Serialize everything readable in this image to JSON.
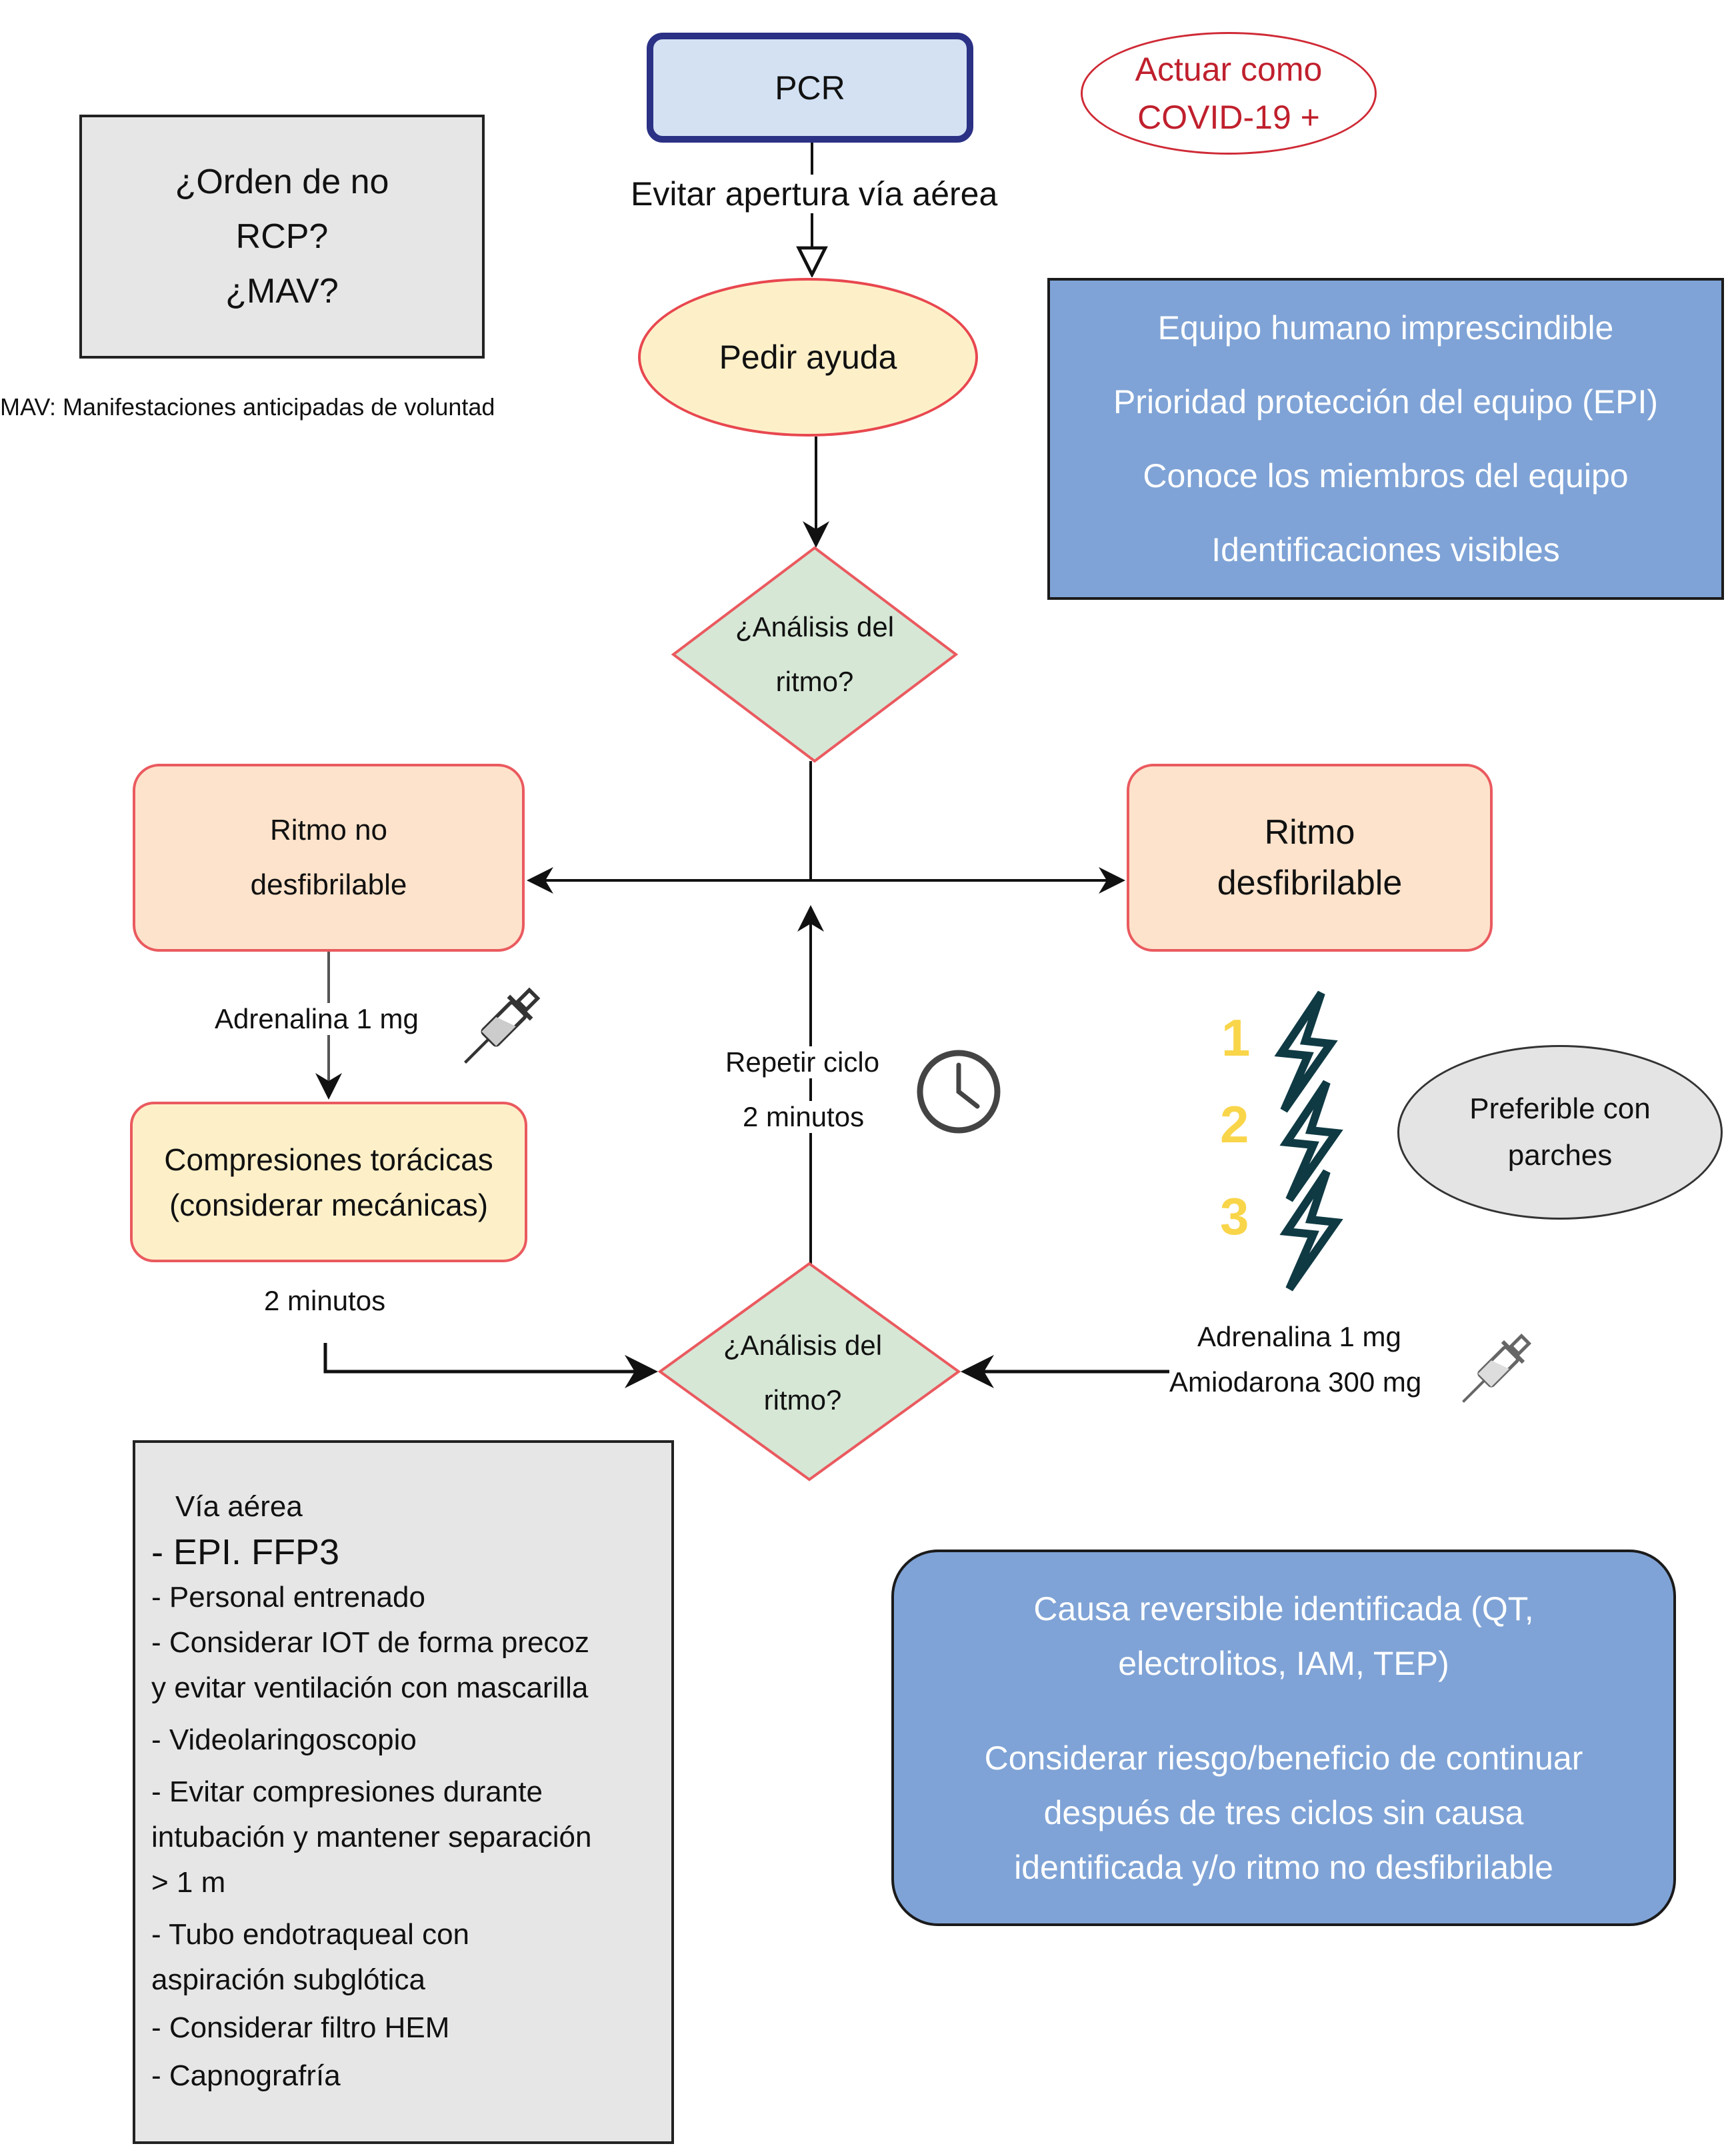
{
  "title_node": {
    "label": "PCR"
  },
  "covid_note": {
    "lines": [
      "Actuar como",
      "COVID-19 +"
    ],
    "color": "#c0202d"
  },
  "orden_box": {
    "lines": [
      "¿Orden de no",
      "RCP?",
      "¿MAV?"
    ]
  },
  "mav_footnote": "MAV: Manifestaciones anticipadas de voluntad",
  "edge_label_airway": "Evitar apertura vía aérea",
  "help_node": {
    "label": "Pedir ayuda"
  },
  "team_box": {
    "lines": [
      "Equipo humano imprescindible",
      "Prioridad protección del equipo (EPI)",
      "Conoce los miembros del equipo",
      "Identificaciones visibles"
    ],
    "color": "#7fa3d6"
  },
  "decision_top": {
    "lines": [
      "¿Análisis del",
      "ritmo?"
    ]
  },
  "decision_bottom": {
    "lines": [
      "¿Análisis del",
      "ritmo?"
    ]
  },
  "non_shockable": {
    "lines": [
      "Ritmo no",
      "desfibrilable"
    ]
  },
  "shockable": {
    "lines": [
      "Ritmo",
      "desfibrilable"
    ]
  },
  "adrenaline_left": "Adrenalina 1 mg",
  "compressions": {
    "lines": [
      "Compresiones torácicas",
      "(considerar mecánicas)"
    ]
  },
  "two_minutes_left": "2 minutos",
  "repeat_cycle": {
    "lines": [
      "Repetir ciclo",
      "2 minutos"
    ]
  },
  "shocks": {
    "numbers": [
      "1",
      "2",
      "3"
    ],
    "number_color": "#f9d54a",
    "bolt_color": "#0f3a44"
  },
  "pads_note": {
    "lines": [
      "Preferible con",
      "parches"
    ]
  },
  "drugs_right": {
    "lines": [
      "Adrenalina 1 mg",
      "Amiodarona 300 mg"
    ]
  },
  "airway_box": {
    "title": "Vía aérea",
    "items": [
      "- EPI. FFP3",
      "- Personal entrenado",
      " - Considerar IOT de forma precoz",
      " y evitar ventilación con mascarilla",
      " - Videolaringoscopio",
      "- Evitar compresiones durante",
      "intubación y mantener separación",
      "> 1 m",
      "- Tubo endotraqueal con",
      "aspiración subglótica",
      " - Considerar filtro HEM",
      "- Capnografría"
    ]
  },
  "cause_box": {
    "paragraph1": [
      "Causa reversible identificada (QT,",
      "electrolitos, IAM, TEP)"
    ],
    "paragraph2": [
      "Considerar riesgo/beneficio de continuar",
      "después de tres ciclos sin causa",
      "identificada y/o ritmo no desfibrilable"
    ]
  },
  "icons": {
    "syringe": "syringe-icon",
    "clock": "clock-icon",
    "bolt": "lightning-bolt-icon"
  }
}
